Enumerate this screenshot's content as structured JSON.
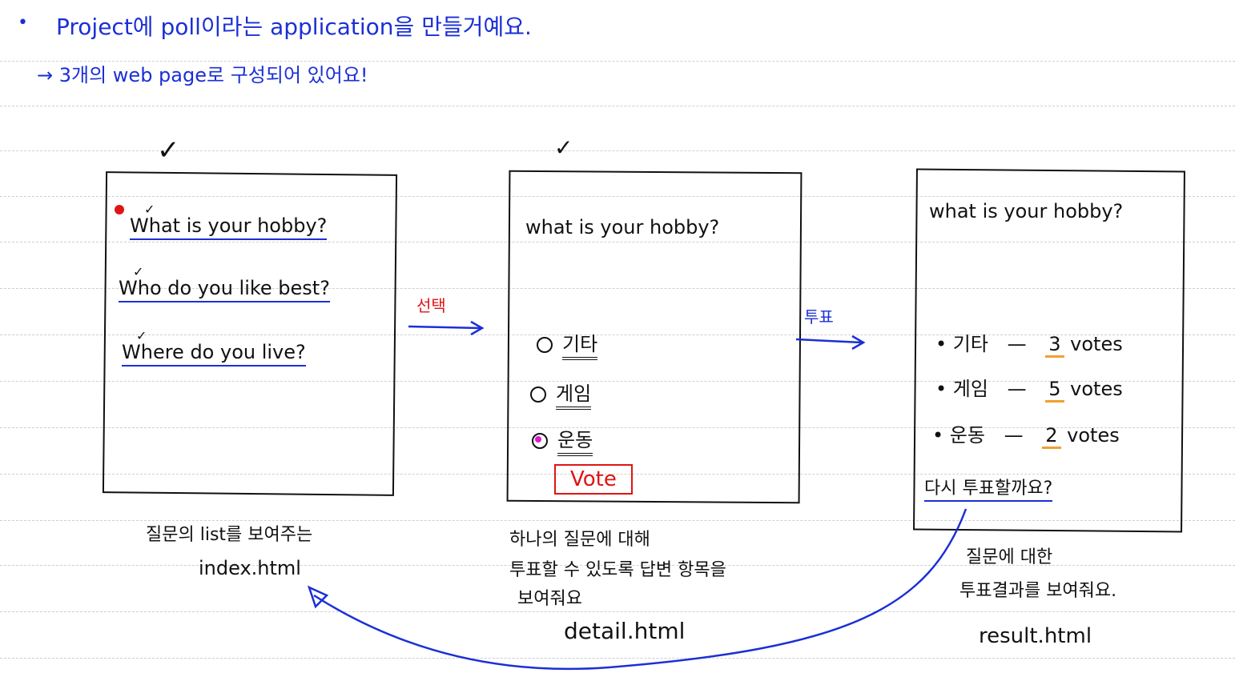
{
  "header": {
    "bullet": "•",
    "line1": "Project에 poll이라는 application을 만들거예요.",
    "line2": "→ 3개의 web page로 구성되어 있어요!"
  },
  "index_page": {
    "questions": [
      "What is your hobby?",
      "Who do you like best?",
      "Where do you live?"
    ],
    "caption_line1": "질문의 list를 보여주는",
    "caption_line2": "index.html"
  },
  "detail_page": {
    "question": "what is your hobby?",
    "choices": [
      "기타",
      "게임",
      "운동"
    ],
    "vote_label": "Vote",
    "caption_line1": "하나의 질문에 대해",
    "caption_line2": "투표할 수 있도록 답변 항목을",
    "caption_line3": "보여줘요",
    "filename": "detail.html"
  },
  "result_page": {
    "question": "what is your hobby?",
    "results": [
      {
        "choice": "• 기타",
        "count": "3",
        "unit": "votes"
      },
      {
        "choice": "• 게임",
        "count": "5",
        "unit": "votes"
      },
      {
        "choice": "• 운동",
        "count": "2",
        "unit": "votes"
      }
    ],
    "dash": "—",
    "again_link": "다시 투표할까요?",
    "caption_line1": "질문에 대한",
    "caption_line2": "투표결과를 보여줘요.",
    "filename": "result.html"
  },
  "arrows": {
    "select_label": "선택",
    "vote_label": "투표"
  },
  "colors": {
    "ink": "#111111",
    "blue": "#1b2fd6",
    "red": "#e01414",
    "highlight": "#e018d0",
    "orange": "#f0a030"
  }
}
